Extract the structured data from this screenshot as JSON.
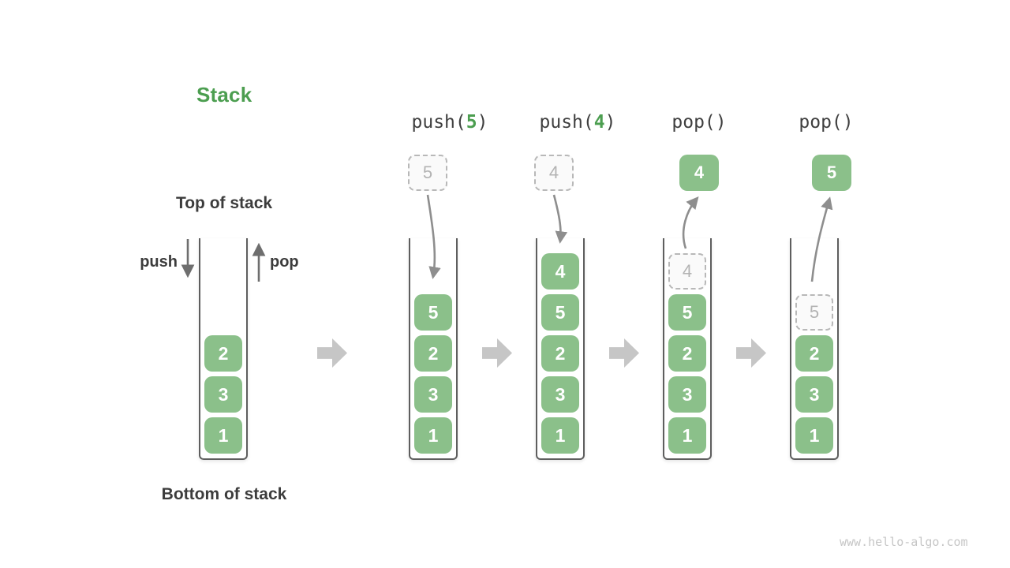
{
  "title": "Stack",
  "labels": {
    "top": "Top of stack",
    "bottom": "Bottom of stack",
    "push": "push",
    "pop": "pop"
  },
  "operations": [
    {
      "prefix": "push(",
      "arg": "5",
      "suffix": ")"
    },
    {
      "prefix": "push(",
      "arg": "4",
      "suffix": ")"
    },
    {
      "prefix": "pop()",
      "arg": "",
      "suffix": ""
    },
    {
      "prefix": "pop()",
      "arg": "",
      "suffix": ""
    }
  ],
  "floating_items": {
    "push_incoming_5": "5",
    "push_incoming_4": "4",
    "pop_outgoing_4": "4",
    "pop_outgoing_5": "5"
  },
  "stacks": [
    {
      "name": "initial",
      "items": [
        {
          "value": "2"
        },
        {
          "value": "3"
        },
        {
          "value": "1"
        }
      ]
    },
    {
      "name": "after-push-5",
      "items": [
        {
          "value": "5"
        },
        {
          "value": "2"
        },
        {
          "value": "3"
        },
        {
          "value": "1"
        }
      ]
    },
    {
      "name": "after-push-4",
      "items": [
        {
          "value": "4"
        },
        {
          "value": "5"
        },
        {
          "value": "2"
        },
        {
          "value": "3"
        },
        {
          "value": "1"
        }
      ]
    },
    {
      "name": "after-pop-4",
      "items": [
        {
          "value": "4",
          "ghost": true
        },
        {
          "value": "5"
        },
        {
          "value": "2"
        },
        {
          "value": "3"
        },
        {
          "value": "1"
        }
      ]
    },
    {
      "name": "after-pop-5",
      "items": [
        {
          "value": "5",
          "ghost": true
        },
        {
          "value": "2"
        },
        {
          "value": "3"
        },
        {
          "value": "1"
        }
      ]
    }
  ],
  "watermark": "www.hello-algo.com",
  "colors": {
    "green_box": "#8bc08a",
    "green_accent": "#4c9e50",
    "text_dark": "#3c3c3c",
    "tube_stroke": "#5e5e5e",
    "straight_arrow": "#6e6e6e",
    "curved_arrow": "#8e8e8e",
    "block_arrow": "#c6c6c6",
    "ghost_fill": "#fafafa",
    "ghost_border": "#b8b8b8",
    "ghost_text": "#b3b3b3",
    "watermark": "#c6c6c6"
  }
}
